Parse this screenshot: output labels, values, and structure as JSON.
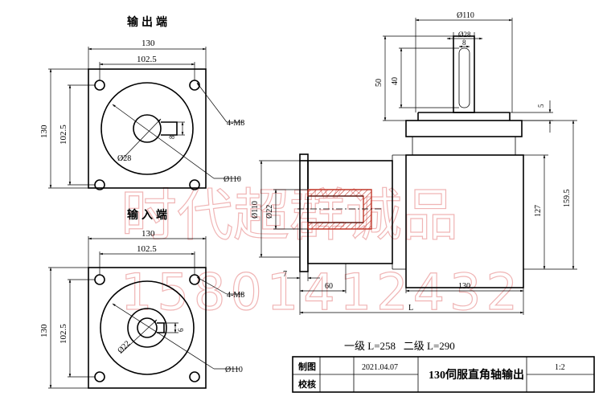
{
  "views": {
    "output_title": "输出端",
    "input_title": "输入端"
  },
  "dims": {
    "out_130": "130",
    "out_102_5": "102.5",
    "out_130_v": "130",
    "out_102_5_v": "102.5",
    "out_4m8": "4-M8",
    "out_phi28": "Ø28",
    "out_8": "8",
    "out_phi110": "Ø110",
    "in_130": "130",
    "in_102_5": "102.5",
    "in_130_v": "130",
    "in_102_5_v": "102.5",
    "in_4m8": "4-M8",
    "in_phi22": "Ø22",
    "in_6": "6",
    "in_phi110": "Ø110",
    "side_phi110_top": "Ø110",
    "side_phi28": "Ø28",
    "side_8": "8",
    "side_50": "50",
    "side_40": "40",
    "side_5": "5",
    "side_159_5": "159.5",
    "side_127": "127",
    "side_phi110_left": "Ø110",
    "side_phi22": "Ø22",
    "side_7": "7",
    "side_60": "60",
    "side_130": "130",
    "side_L": "L"
  },
  "lengths_note": "一级 L=258   二级 L=290",
  "title_block": {
    "made_label": "制图",
    "check_label": "校核",
    "date": "2021.04.07",
    "part_name": "130伺服直角轴输出",
    "scale": "1:2"
  },
  "watermark": {
    "company": "时代超群诚品",
    "phone": "15801412432"
  }
}
